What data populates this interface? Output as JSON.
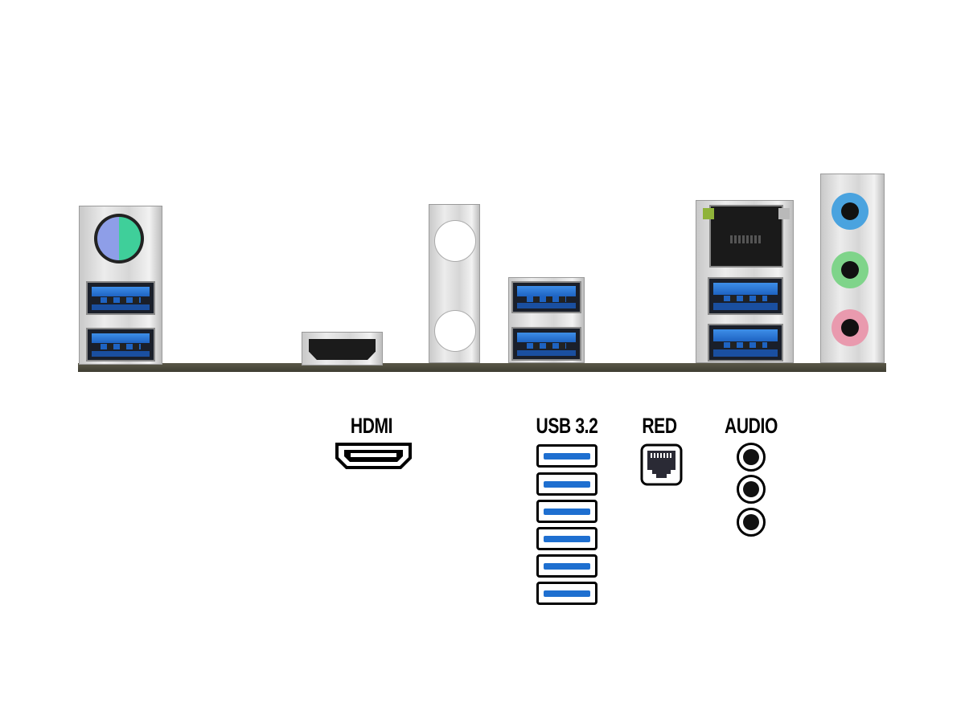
{
  "io_panel": {
    "jack_colors": {
      "line_in": "#4aa3df",
      "line_out": "#7fd48a",
      "mic": "#e99aae"
    },
    "usb_color": "#1e6fd0",
    "ps2_colors": {
      "keyboard": "#8e9ee8",
      "mouse": "#3fcf9a"
    }
  },
  "legend": {
    "hdmi_label": "HDMI",
    "usb_label": "USB 3.2",
    "usb_count": 6,
    "lan_label": "RED",
    "audio_label": "AUDIO",
    "audio_count": 3
  }
}
